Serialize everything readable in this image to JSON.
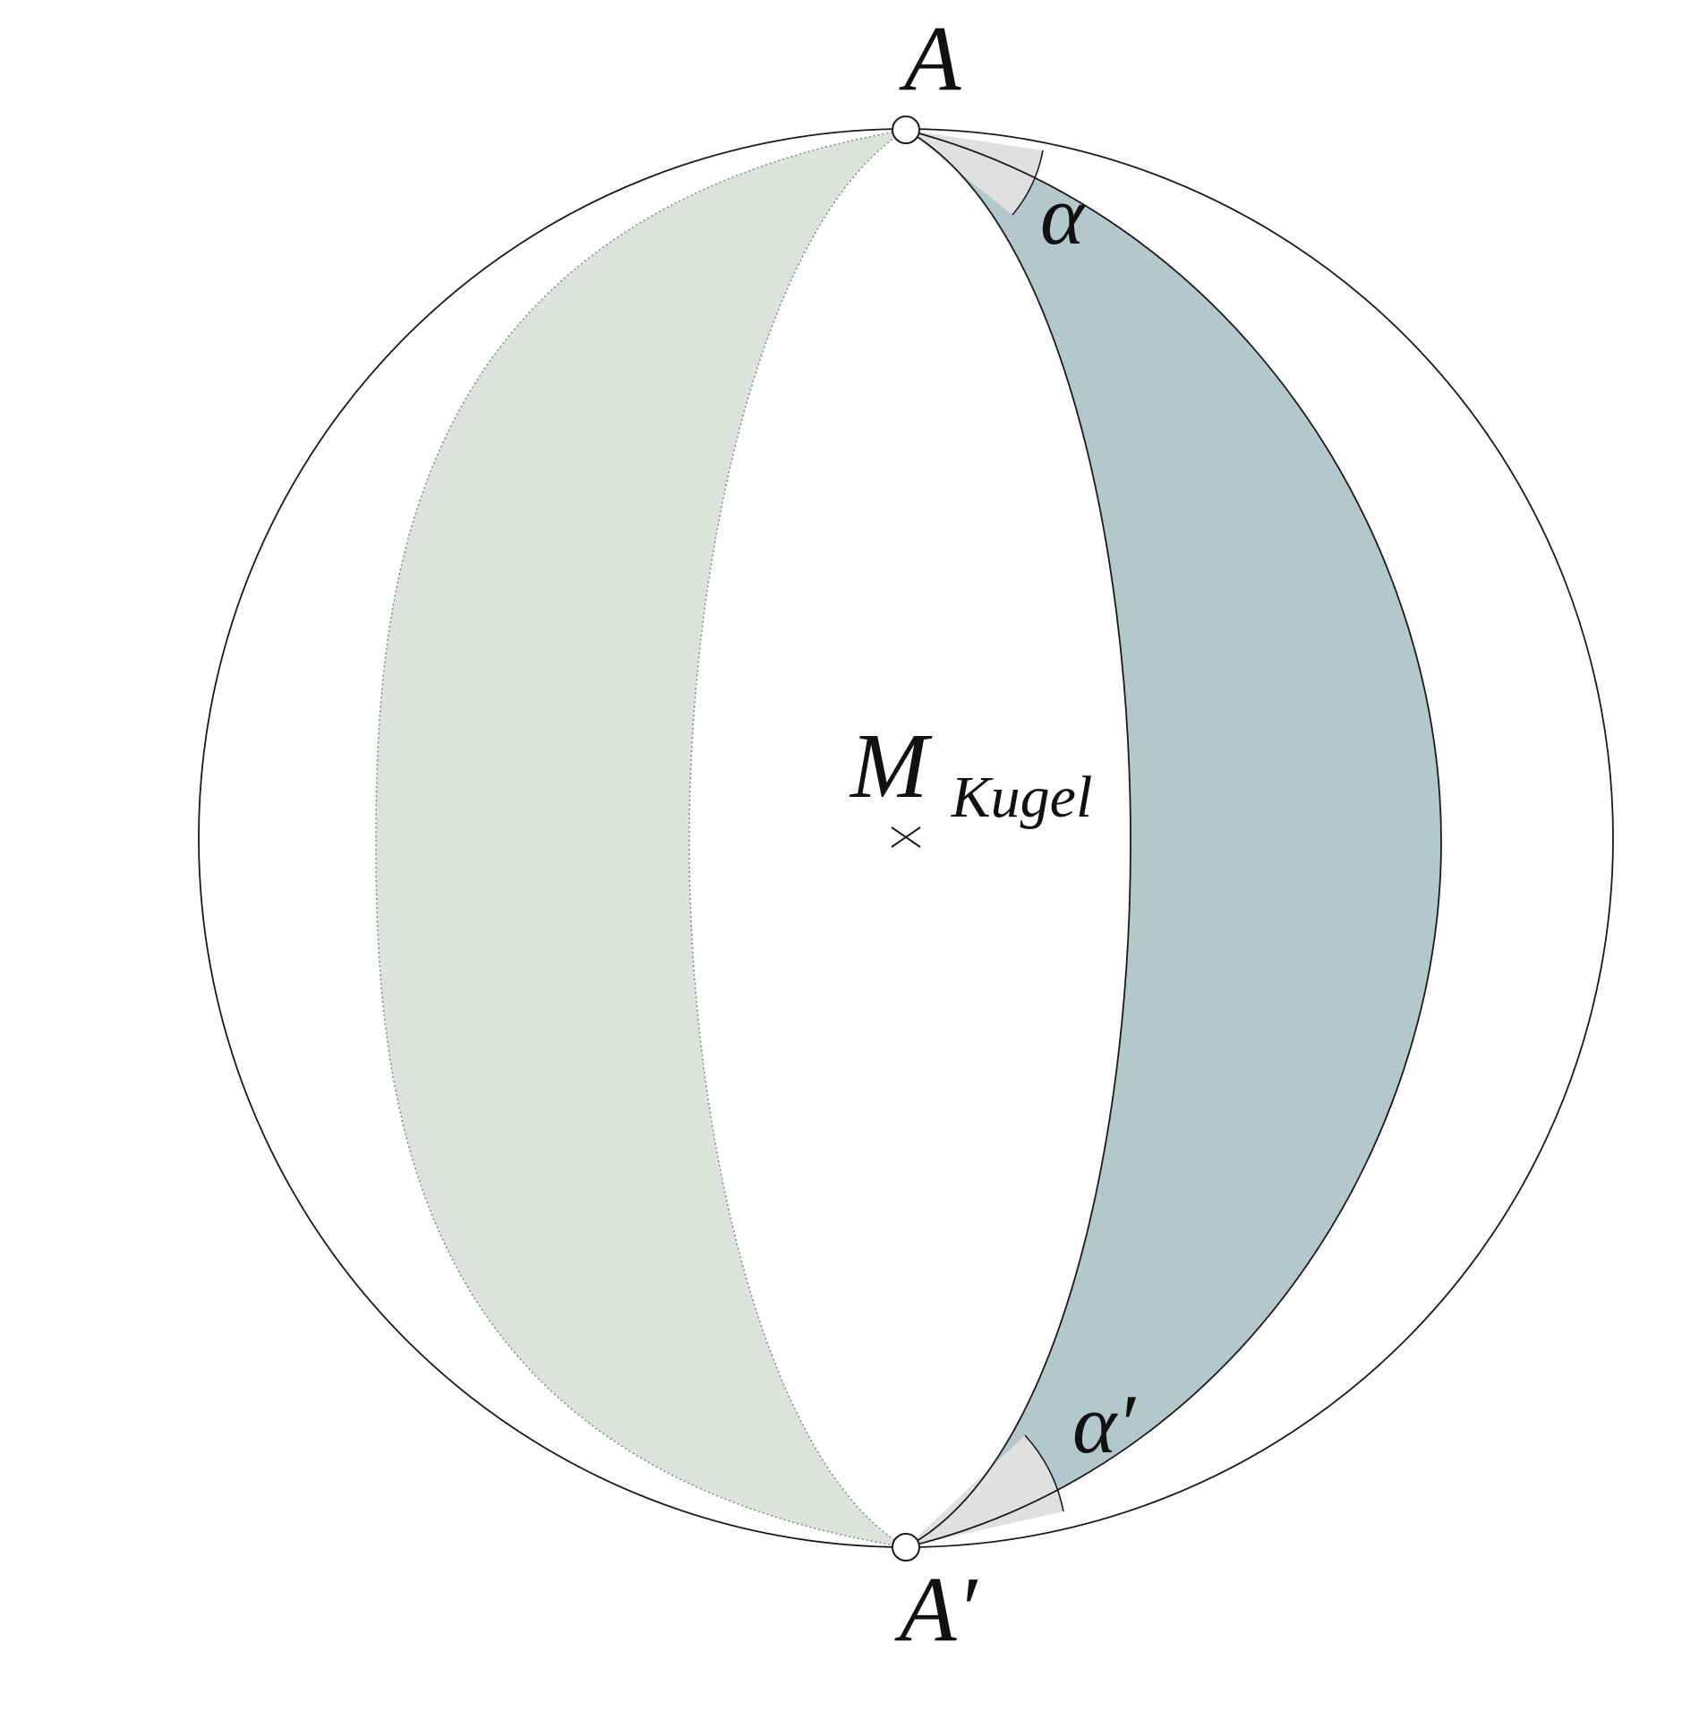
{
  "labels": {
    "top_point": "A",
    "bottom_point": "A′",
    "angle_top": "α",
    "angle_bottom": "α′",
    "center": "M",
    "center_subscript": "Kugel"
  },
  "colors": {
    "outline": "#1a1a1a",
    "back_lune": "#dce2dc",
    "front_lune": "#b3c8cb",
    "angle_wedge": "#e0e0e0",
    "background": "#ffffff"
  },
  "icons": {
    "point_marker": "hollow-circle",
    "center_marker": "cross-mark"
  }
}
